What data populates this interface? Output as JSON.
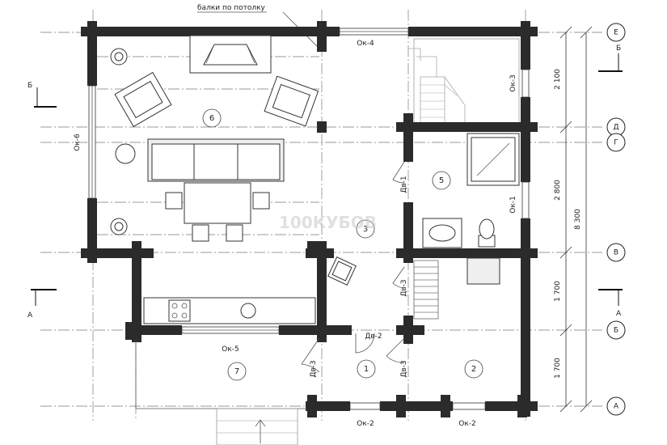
{
  "annotations": {
    "beams_note": "балки по потолку",
    "section_b": "Б",
    "section_a": "А"
  },
  "axes": [
    {
      "id": "axis-e",
      "label": "Е"
    },
    {
      "id": "axis-d",
      "label": "Д"
    },
    {
      "id": "axis-g",
      "label": "Г"
    },
    {
      "id": "axis-v",
      "label": "В"
    },
    {
      "id": "axis-b",
      "label": "Б"
    },
    {
      "id": "axis-a",
      "label": "А"
    }
  ],
  "dimensions": {
    "d1": "2 100",
    "d2": "2 800",
    "d3": "1 700",
    "d4": "1 700",
    "total": "8 300"
  },
  "windows": {
    "ok4": "Ок-4",
    "ok3": "Ок-3",
    "ok6": "Ок-6",
    "ok1": "Ок-1",
    "ok5": "Ок-5",
    "ok2a": "Ок-2",
    "ok2b": "Ок-2"
  },
  "doors": {
    "db1": "Дв-1",
    "db3a": "Дв-3",
    "db2": "Дв-2",
    "db3b": "Дв-3",
    "db3c": "Дв-3"
  },
  "rooms": {
    "r6": "6",
    "r5": "5",
    "r3": "3",
    "r7": "7",
    "r1": "1",
    "r2": "2"
  },
  "watermark": {
    "brand": "100КУБОВ"
  }
}
